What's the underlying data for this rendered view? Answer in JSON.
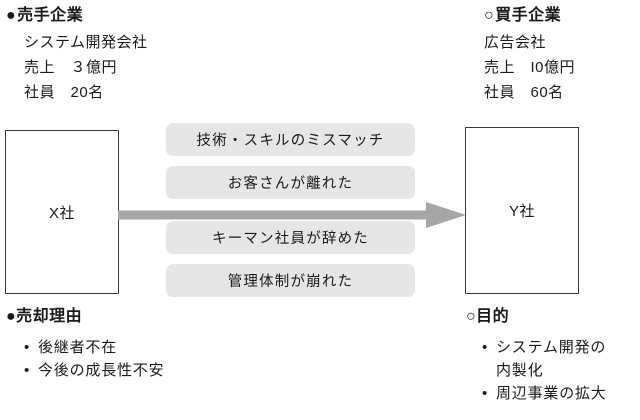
{
  "seller": {
    "heading_marker": "●",
    "heading": "売手企業",
    "lines": [
      "システム開発会社",
      "売上　３億円",
      "社員　20名"
    ],
    "box_label": "X社"
  },
  "buyer": {
    "heading_marker": "○",
    "heading": "買手企業",
    "lines": [
      "広告会社",
      "売上　I0億円",
      "社員　60名"
    ],
    "box_label": "Y社"
  },
  "arrow": {
    "name": "transfer-arrow",
    "color": "#a6a6a6",
    "direction": "left-to-right"
  },
  "reasons_pills": [
    "技術・スキルのミスマッチ",
    "お客さんが離れた",
    "キーマン社員が辞めた",
    "管理体制が崩れた"
  ],
  "sell_reason": {
    "marker": "●",
    "title": "売却理由",
    "items": [
      {
        "bullet": "•",
        "text": "後継者不在",
        "cont": ""
      },
      {
        "bullet": "•",
        "text": "今後の成長性不安",
        "cont": ""
      }
    ]
  },
  "purpose": {
    "marker": "○",
    "title": "目的",
    "items": [
      {
        "bullet": "•",
        "text": "システム開発の",
        "cont": "内製化"
      },
      {
        "bullet": "•",
        "text": "周辺事業の拡大",
        "cont": ""
      }
    ]
  },
  "colors": {
    "pill_bg": "#e6e6e6",
    "arrow": "#a6a6a6",
    "box_border": "#3a3a3a",
    "text": "#1a1a1a"
  }
}
